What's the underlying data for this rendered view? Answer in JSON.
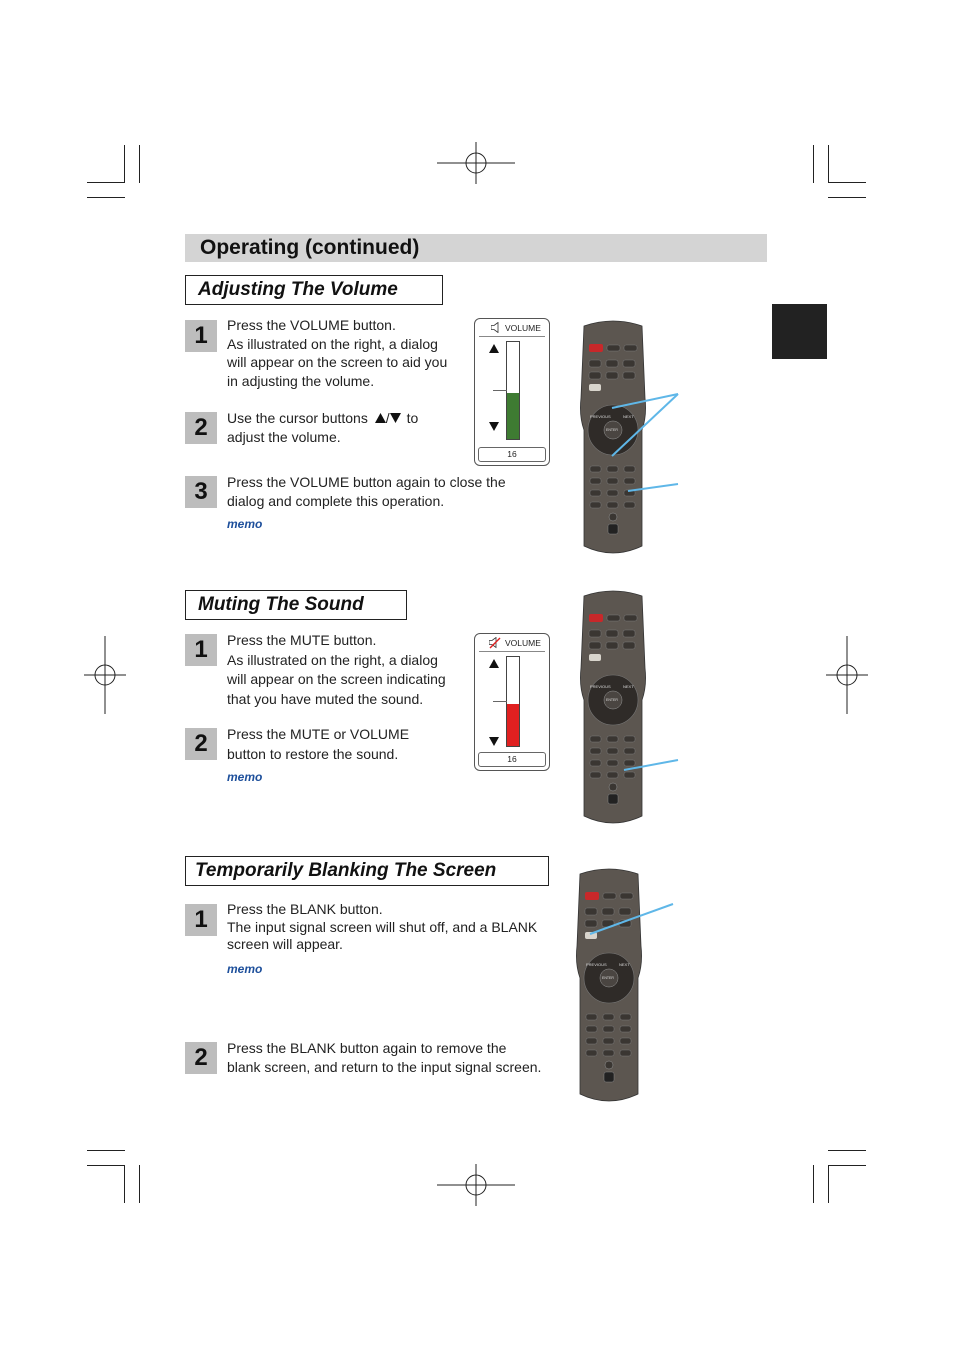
{
  "page": {
    "title": "Operating (continued)",
    "colors": {
      "title_bar": "#d4d4d4",
      "memo": "#1d4f9b",
      "volume_fill": "#3e7b32",
      "mute_fill": "#e02020",
      "pointer_line": "#5fb7e8"
    }
  },
  "sections": {
    "volume": {
      "heading": "Adjusting The Volume",
      "steps": [
        {
          "num": "1",
          "lines": [
            "Press the VOLUME button.",
            "As illustrated on the right, a dialog",
            "will appear on the screen to aid you",
            "in adjusting the volume."
          ]
        },
        {
          "num": "2",
          "line1_pre": "Use the cursor buttons",
          "line1_sep": "/",
          "line1_post": "to",
          "line2": "adjust the volume."
        },
        {
          "num": "3",
          "lines": [
            "Press the VOLUME button again to close the",
            "dialog and complete this operation."
          ]
        }
      ],
      "memo": "memo",
      "dialog": {
        "title": "VOLUME",
        "icon": "speaker-icon",
        "value": "16",
        "level": 0.47
      }
    },
    "mute": {
      "heading": "Muting The Sound",
      "steps": [
        {
          "num": "1",
          "lines": [
            "Press the MUTE button.",
            "As illustrated on the right, a dialog",
            "will appear on the screen indicating",
            "that you have muted the sound."
          ]
        },
        {
          "num": "2",
          "lines": [
            "Press the MUTE or VOLUME",
            "button to restore the sound."
          ]
        }
      ],
      "memo": "memo",
      "dialog": {
        "title": "VOLUME",
        "icon": "speaker-muted-icon",
        "value": "16",
        "level": 0.47
      }
    },
    "blank": {
      "heading": "Temporarily Blanking The Screen",
      "steps": [
        {
          "num": "1",
          "lines": [
            "Press the BLANK button.",
            "The input signal screen will shut off, and a BLANK",
            "screen will appear."
          ]
        },
        {
          "num": "2",
          "lines": [
            "Press the BLANK button again to remove the",
            "blank screen, and return to the input signal screen."
          ]
        }
      ],
      "memo": "memo"
    }
  },
  "remote": {
    "icon": "remote-control-icon",
    "labels": {
      "previous": "PREVIOUS",
      "next": "NEXT",
      "enter": "ENTER"
    }
  }
}
